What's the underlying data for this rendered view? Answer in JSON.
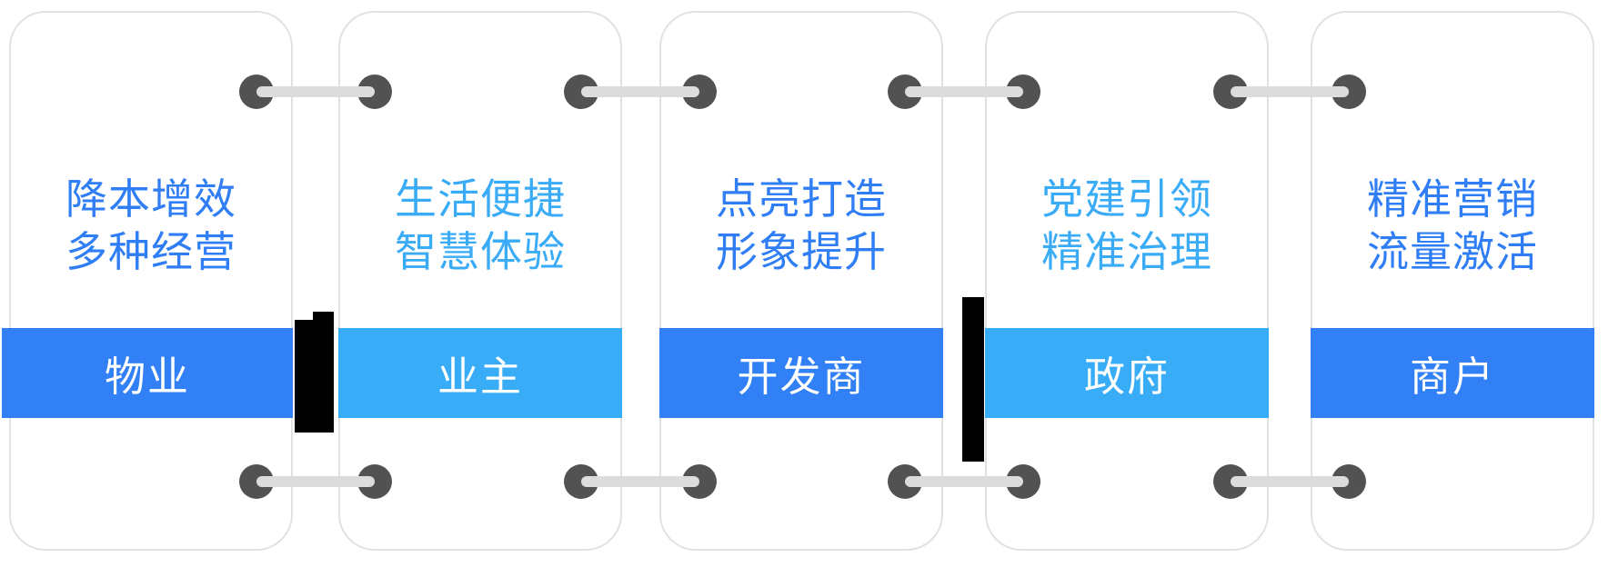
{
  "palette": {
    "dark_blue": "#3180f6",
    "light_blue": "#38acf7",
    "text_dark_blue": "#2f7ef6",
    "text_light_blue": "#3aabf7",
    "banner_text": "#ffffff",
    "rivet_gray": "#525252",
    "bar_gray": "#dcdcdc",
    "card_border": "#e1e1e1",
    "redaction_black": "#000000"
  },
  "cards": [
    {
      "id": "property",
      "benefit_line1": "降本增效",
      "benefit_line2": "多种经营",
      "role": "物业",
      "tone": "dark"
    },
    {
      "id": "owner",
      "benefit_line1": "生活便捷",
      "benefit_line2": "智慧体验",
      "role": "业主",
      "tone": "light"
    },
    {
      "id": "developer",
      "benefit_line1": "点亮打造",
      "benefit_line2": "形象提升",
      "role": "开发商",
      "tone": "dark"
    },
    {
      "id": "government",
      "benefit_line1": "党建引领",
      "benefit_line2": "精准治理",
      "role": "政府",
      "tone": "light"
    },
    {
      "id": "merchant",
      "benefit_line1": "精准营销",
      "benefit_line2": "流量激活",
      "role": "商户",
      "tone": "dark"
    }
  ]
}
